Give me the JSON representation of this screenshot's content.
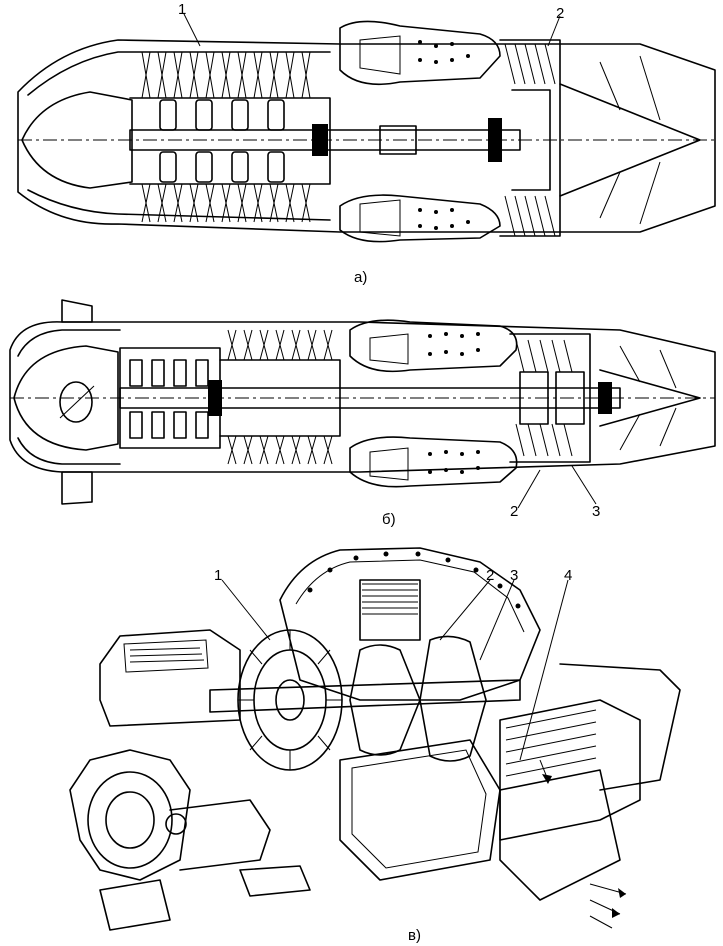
{
  "figure": {
    "panels": [
      {
        "caption": "а)",
        "labels": [
          "1",
          "2"
        ]
      },
      {
        "caption": "б)",
        "labels": [
          "2",
          "3"
        ]
      },
      {
        "caption": "в)",
        "labels": [
          "1",
          "2",
          "3",
          "4"
        ]
      }
    ]
  }
}
